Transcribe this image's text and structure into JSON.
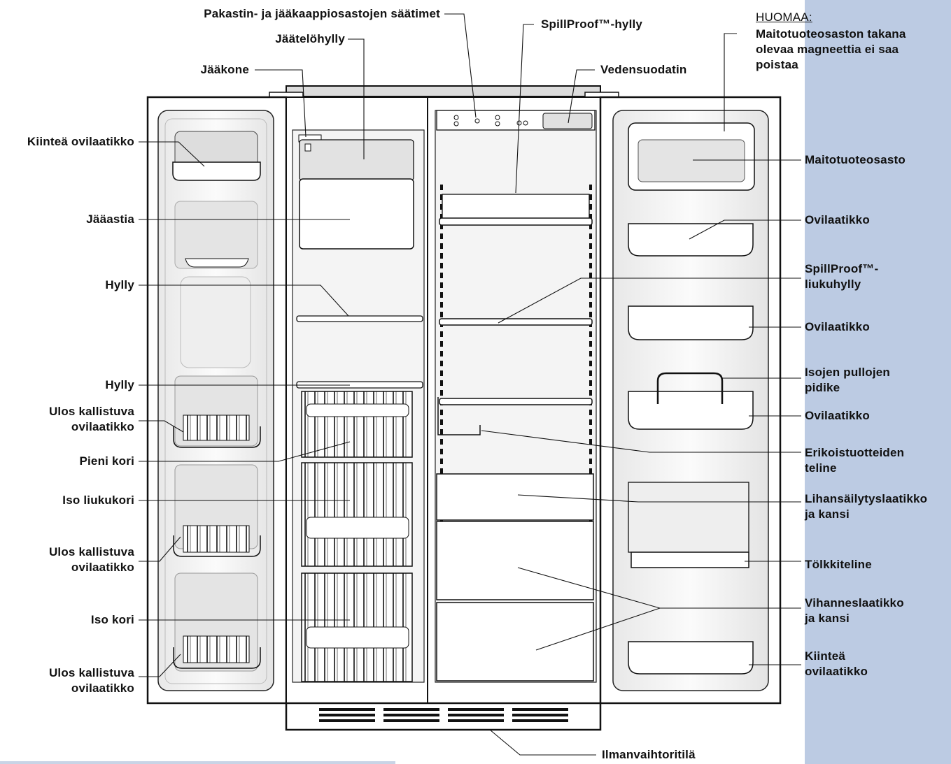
{
  "colors": {
    "sidebar": "#bccbe3",
    "outline": "#111111",
    "interior_fill": "#f3f3f3"
  },
  "note": {
    "title": "HUOMAA:",
    "lines": [
      "Maitotuoteosaston takana",
      "olevaa magneettia ei saa",
      "poistaa"
    ]
  },
  "labels": {
    "controls": "Pakastin- ja jääkaappiosastojen säätimet",
    "spillproof_shelf": "SpillProof™-hylly",
    "ice_cream_shelf": "Jäätelöhylly",
    "ice_maker": "Jääkone",
    "water_filter": "Vedensuodatin",
    "fixed_door_bin_left": "Kiinteä ovilaatikko",
    "ice_bin": "Jääastia",
    "shelf_1": "Hylly",
    "shelf_2": "Hylly",
    "tilt_bin_1": [
      "Ulos kallistuva",
      "ovilaatikko"
    ],
    "small_basket": "Pieni kori",
    "large_slide_basket": "Iso liukukori",
    "tilt_bin_2": [
      "Ulos kallistuva",
      "ovilaatikko"
    ],
    "large_basket": "Iso kori",
    "tilt_bin_3": [
      "Ulos kallistuva",
      "ovilaatikko"
    ],
    "dairy": "Maitotuoteosasto",
    "door_bin_1": "Ovilaatikko",
    "spillproof_slide": [
      "SpillProof™-",
      "liukuhylly"
    ],
    "door_bin_2": "Ovilaatikko",
    "bottle_holder": [
      "Isojen pullojen",
      "pidike"
    ],
    "door_bin_3": "Ovilaatikko",
    "specialty_rack": [
      "Erikoistuotteiden",
      "teline"
    ],
    "meat_drawer": [
      "Lihansäilytyslaatikko",
      "ja kansi"
    ],
    "can_rack": "Tölkkiteline",
    "crisper": [
      "Vihanneslaatikko",
      "ja kansi"
    ],
    "fixed_door_bin_right": [
      "Kiinteä",
      "ovilaatikko"
    ],
    "vent": "Ilmanvaihtoritilä"
  }
}
